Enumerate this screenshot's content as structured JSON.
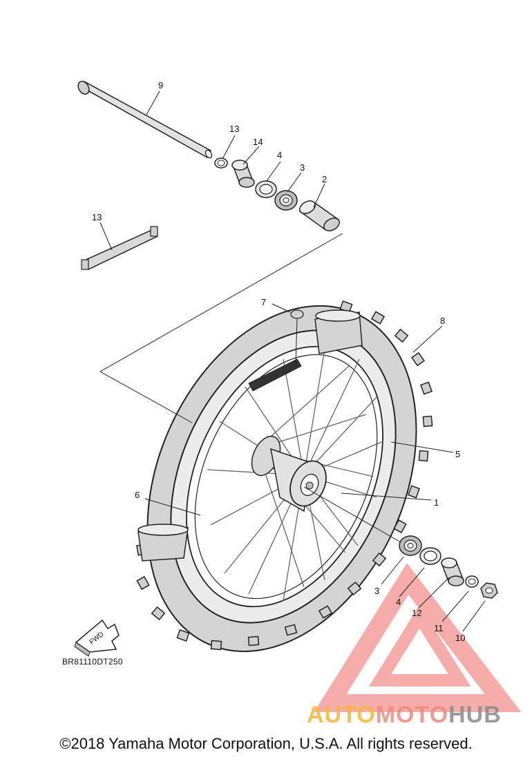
{
  "callouts": {
    "c1": "1",
    "c2": "2",
    "c3a": "3",
    "c3b": "3",
    "c4a": "4",
    "c4b": "4",
    "c5": "5",
    "c6": "6",
    "c7": "7",
    "c8": "8",
    "c9": "9",
    "c10": "10",
    "c11": "11",
    "c12": "12",
    "c13a": "13",
    "c13b": "13",
    "c14": "14"
  },
  "fwd_label": "FWD",
  "diagram_code": "BR81110DT250",
  "watermark": {
    "part1": "AUTO",
    "part2": "MOTO",
    "part3": "HUB",
    "color1": "#f5b731",
    "color2": "#f08a7e",
    "color3": "#8a8a8a"
  },
  "copyright": "©2018 Yamaha Motor Corporation, U.S.A. All rights reserved."
}
